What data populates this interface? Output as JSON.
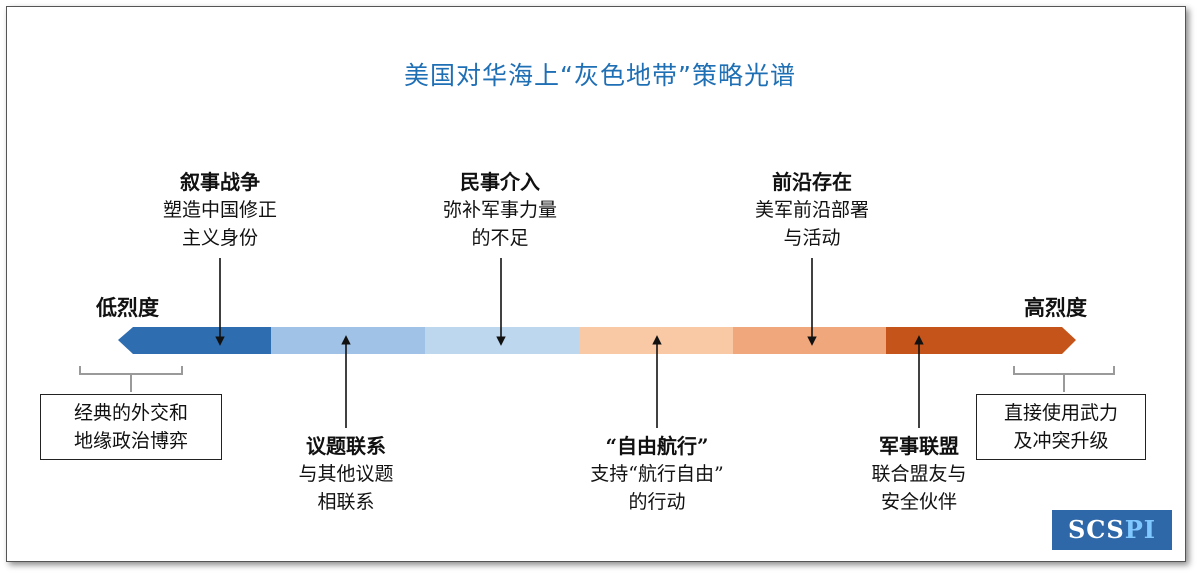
{
  "title": "美国对华海上“灰色地带”策略光谱",
  "left_end": "低烈度",
  "right_end": "高烈度",
  "spectrum_colors": [
    "#2e6db0",
    "#9fc2e6",
    "#bdd7ef",
    "#f9c9a6",
    "#f1a77c",
    "#c4541a"
  ],
  "top_items": [
    {
      "head": "叙事战争",
      "lines": [
        "塑造中国修正",
        "主义身份"
      ]
    },
    {
      "head": "民事介入",
      "lines": [
        "弥补军事力量",
        "的不足"
      ]
    },
    {
      "head": "前沿存在",
      "lines": [
        "美军前沿部署",
        "与活动"
      ]
    }
  ],
  "bottom_items": [
    {
      "head": "议题联系",
      "lines": [
        "与其他议题",
        "相联系"
      ]
    },
    {
      "head": "“自由航行”",
      "lines": [
        "支持“航行自由”",
        "的行动"
      ]
    },
    {
      "head": "军事联盟",
      "lines": [
        "联合盟友与",
        "安全伙伴"
      ]
    }
  ],
  "left_box": [
    "经典的外交和",
    "地缘政治博弈"
  ],
  "right_box": [
    "直接使用武力",
    "及冲突升级"
  ],
  "logo": {
    "main": "SCS",
    "accent": "PI"
  }
}
